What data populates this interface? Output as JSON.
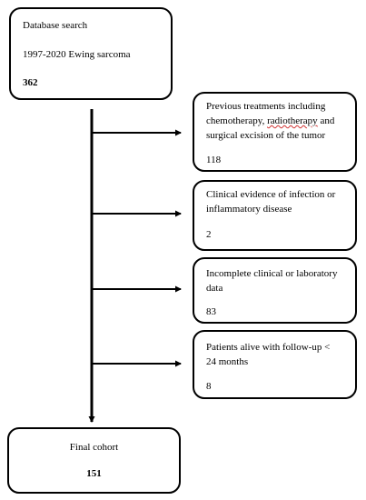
{
  "top_box": {
    "title": "Database search",
    "range": "1997-2020 Ewing sarcoma",
    "count": "362"
  },
  "exclusions": [
    {
      "lines": [
        "Previous treatments including",
        "chemotherapy, ",
        "radiotherapy",
        " and",
        "surgical excision of the tumor"
      ],
      "count": "118"
    },
    {
      "lines": [
        "Clinical evidence of infection or",
        "inflammatory disease"
      ],
      "count": "2"
    },
    {
      "lines": [
        "Incomplete clinical or laboratory",
        "data"
      ],
      "count": "83"
    },
    {
      "lines": [
        "Patients alive with follow-up <",
        "24 months"
      ],
      "count": "8"
    }
  ],
  "final_box": {
    "title": "Final cohort",
    "count": "151"
  },
  "colors": {
    "stroke": "#000000",
    "spellcheck_underline": "#d03030"
  }
}
